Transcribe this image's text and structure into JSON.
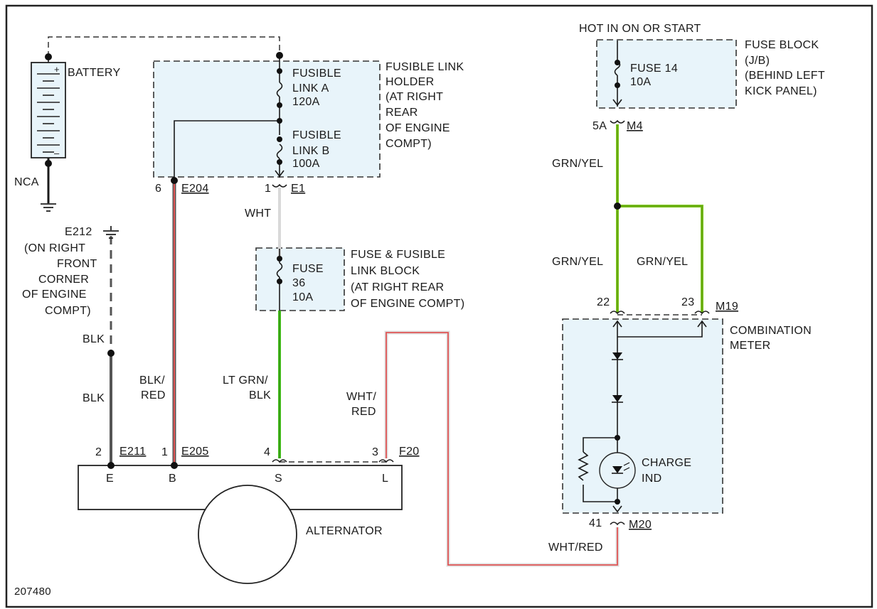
{
  "diagram_number": "207480",
  "components": {
    "battery": {
      "label": "BATTERY",
      "ground": "NCA",
      "plus": "+",
      "minus": "–"
    },
    "fusible_link_holder": {
      "lines": [
        "FUSIBLE LINK",
        "HOLDER",
        "(AT RIGHT",
        "REAR",
        "OF ENGINE",
        "COMPT)"
      ],
      "link_a": [
        "FUSIBLE",
        "LINK A",
        "120A"
      ],
      "link_b": [
        "FUSIBLE",
        "LINK B",
        "100A"
      ]
    },
    "fuse_block_jb": {
      "power_label": "HOT IN ON OR START",
      "lines": [
        "FUSE BLOCK",
        "(J/B)",
        "(BEHIND LEFT",
        "KICK PANEL)"
      ],
      "fuse": [
        "FUSE 14",
        "10A"
      ]
    },
    "fuse_fusible_link_block": {
      "lines": [
        "FUSE & FUSIBLE",
        "LINK BLOCK",
        "(AT RIGHT REAR",
        "OF ENGINE COMPT)"
      ],
      "fuse": [
        "FUSE",
        "36",
        "10A"
      ]
    },
    "ground_e212": {
      "lines": [
        "E212",
        "(ON RIGHT",
        "FRONT",
        "CORNER",
        "OF ENGINE",
        "COMPT)"
      ]
    },
    "combination_meter": {
      "lines": [
        "COMBINATION",
        "METER"
      ],
      "indicator": [
        "CHARGE",
        "IND"
      ]
    },
    "alternator": {
      "label": "ALTERNATOR",
      "terminals": [
        "E",
        "B",
        "S",
        "L"
      ]
    }
  },
  "connectors": {
    "e204": {
      "name": "E204",
      "pin": "6"
    },
    "e1": {
      "name": "E1",
      "pin": "1"
    },
    "m4": {
      "name": "M4",
      "pin": "5A"
    },
    "m19": {
      "name": "M19",
      "pin_a": "22",
      "pin_b": "23"
    },
    "m20": {
      "name": "M20",
      "pin": "41"
    },
    "e211": {
      "name": "E211",
      "pin": "2"
    },
    "e205": {
      "name": "E205",
      "pin": "1"
    },
    "f20": {
      "name": "F20",
      "pin_s": "4",
      "pin_l": "3"
    }
  },
  "wires": {
    "wht": "WHT",
    "blk_upper": "BLK",
    "blk_lower": "BLK",
    "blk_red": [
      "BLK/",
      "RED"
    ],
    "lt_grn_blk": [
      "LT GRN/",
      "BLK"
    ],
    "wht_red_left": [
      "WHT/",
      "RED"
    ],
    "wht_red_bottom": "WHT/RED",
    "grn_yel_top": "GRN/YEL",
    "grn_yel_mid_left": "GRN/YEL",
    "grn_yel_mid_right": "GRN/YEL"
  },
  "wire_colors": {
    "wht": "#d9d9d9",
    "blk": "#555555",
    "blk_red": "#d9534f",
    "lt_grn": "#45c41d",
    "grn_yel": "#7cc71a",
    "wht_red": "#e05555"
  }
}
